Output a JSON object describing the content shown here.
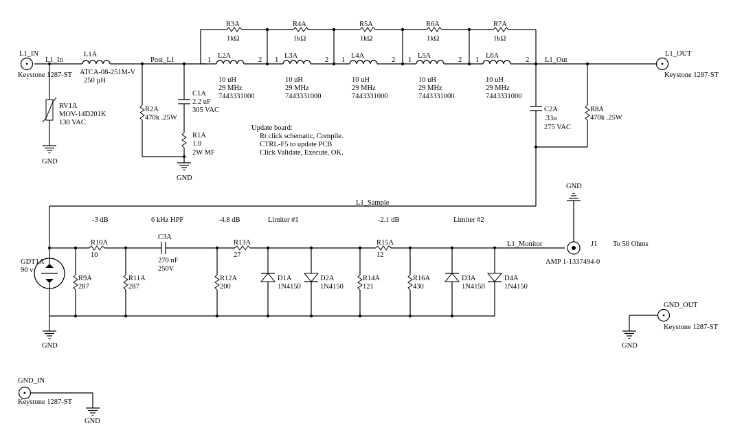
{
  "connectors": {
    "l1_in": {
      "label": "L1_IN",
      "part": "Keystone 1287-ST"
    },
    "l1_out": {
      "label": "L1_OUT",
      "part": "Keystone 1287-ST"
    },
    "gnd_out": {
      "label": "GND_OUT",
      "part": "Keystone 1287-ST"
    },
    "gnd_in": {
      "label": "GND_IN",
      "part": "Keystone 1287-ST"
    },
    "j1": {
      "label": "J1",
      "part": "AMP 1-1337494-0",
      "note": "To 50 Ohms"
    }
  },
  "nets": {
    "l1_in": "L1_In",
    "post_l1": "Post_L1",
    "l1_out": "L1_Out",
    "l1_sample": "L1_Sample",
    "l1_monitor": "L1_Monitor",
    "gnd": "GND"
  },
  "components": {
    "l1a": {
      "ref": "L1A",
      "part": "ATCA-08-251M-V",
      "value": "250 µH"
    },
    "rv1a": {
      "ref": "RV1A",
      "part": "MOV-14D201K",
      "value": "130 VAC"
    },
    "r2a": {
      "ref": "R2A",
      "value": "470k .25W"
    },
    "c1a": {
      "ref": "C1A",
      "value": "2.2 uF",
      "rating": "305 VAC"
    },
    "r1a": {
      "ref": "R1A",
      "value": "1.0",
      "rating": "2W MF"
    },
    "r3a": {
      "ref": "R3A",
      "value": "1kΩ"
    },
    "r4a": {
      "ref": "R4A",
      "value": "1kΩ"
    },
    "r5a": {
      "ref": "R5A",
      "value": "1kΩ"
    },
    "r6a": {
      "ref": "R6A",
      "value": "1kΩ"
    },
    "r7a": {
      "ref": "R7A",
      "value": "1kΩ"
    },
    "l2a": {
      "ref": "L2A",
      "value": "10 uH",
      "freq": "29 MHz",
      "part": "7443331000"
    },
    "l3a": {
      "ref": "L3A",
      "value": "10 uH",
      "freq": "29 MHz",
      "part": "7443331000"
    },
    "l4a": {
      "ref": "L4A",
      "value": "10 uH",
      "freq": "29 MHz",
      "part": "7443331000"
    },
    "l5a": {
      "ref": "L5A",
      "value": "10 uH",
      "freq": "29 MHz",
      "part": "7443331000"
    },
    "l6a": {
      "ref": "L6A",
      "value": "10 uH",
      "freq": "29 MHz",
      "part": "7443331000"
    },
    "c2a": {
      "ref": "C2A",
      "value": ".33u",
      "rating": "275 VAC"
    },
    "r8a": {
      "ref": "R8A",
      "value": "470k .25W"
    },
    "gdt1a": {
      "ref": "GDT1A",
      "value": "90 v"
    },
    "r9a": {
      "ref": "R9A",
      "value": "287"
    },
    "r10a": {
      "ref": "R10A",
      "value": "10"
    },
    "r11a": {
      "ref": "R11A",
      "value": "287"
    },
    "c3a": {
      "ref": "C3A",
      "value": "270 nF",
      "rating": "250V"
    },
    "r12a": {
      "ref": "R12A",
      "value": "200"
    },
    "r13a": {
      "ref": "R13A",
      "value": "27"
    },
    "d1a": {
      "ref": "D1A",
      "part": "1N4150"
    },
    "d2a": {
      "ref": "D2A",
      "part": "1N4150"
    },
    "r14a": {
      "ref": "R14A",
      "value": "121"
    },
    "r15a": {
      "ref": "R15A",
      "value": "12"
    },
    "r16a": {
      "ref": "R16A",
      "value": "430"
    },
    "d3a": {
      "ref": "D3A",
      "part": "1N4150"
    },
    "d4a": {
      "ref": "D4A",
      "part": "1N4150"
    }
  },
  "pins": {
    "one": "1",
    "two": "2"
  },
  "annotations": {
    "att1": "-3 dB",
    "hpf": "6 kHz HPF",
    "att2": "-4.8 dB",
    "limiter1": "Limiter #1",
    "att3": "-2.1 dB",
    "limiter2": "Limiter #2"
  },
  "notes": [
    "Update board:",
    "Rt click schematic, Compile.",
    "CTRL-F5 to update PCB",
    "Click Validate, Execute, OK."
  ]
}
